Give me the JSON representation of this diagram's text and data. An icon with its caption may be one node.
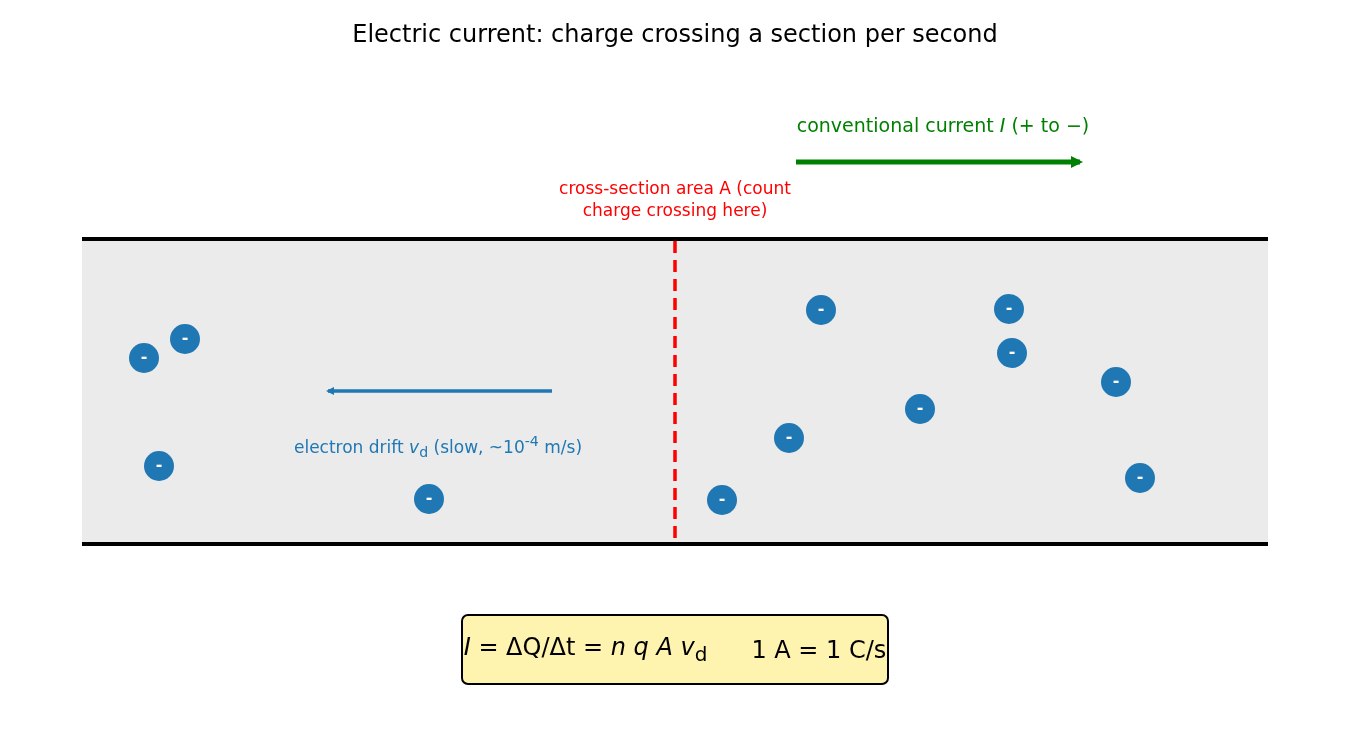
{
  "diagram": {
    "title": "Electric current: charge crossing a section per second",
    "nodes": [
      {
        "text": [
          "-"
        ]
      },
      {
        "text": [
          "-"
        ]
      },
      {
        "text": [
          "-"
        ]
      },
      {
        "text": [
          "-"
        ]
      },
      {
        "text": [
          "-"
        ]
      },
      {
        "text": [
          "-"
        ]
      },
      {
        "text": [
          "-"
        ]
      },
      {
        "text": [
          "-"
        ]
      },
      {
        "text": [
          "-"
        ]
      },
      {
        "text": [
          "-"
        ]
      },
      {
        "text": [
          "-"
        ]
      },
      {
        "text": [
          "-"
        ]
      },
      {
        "text": [
          "*I* = ΔQ/Δt = *n q A v*$_{d}$",
          "1 A = 1 C/s"
        ]
      }
    ],
    "edges": [],
    "labels": [
      "conventional current *I* (+ to −)",
      "cross-section area A (count charge crossing here)",
      "electron drift *v*$_{d}$ (slow, ~10$^{-4}$ m/s)"
    ]
  }
}
